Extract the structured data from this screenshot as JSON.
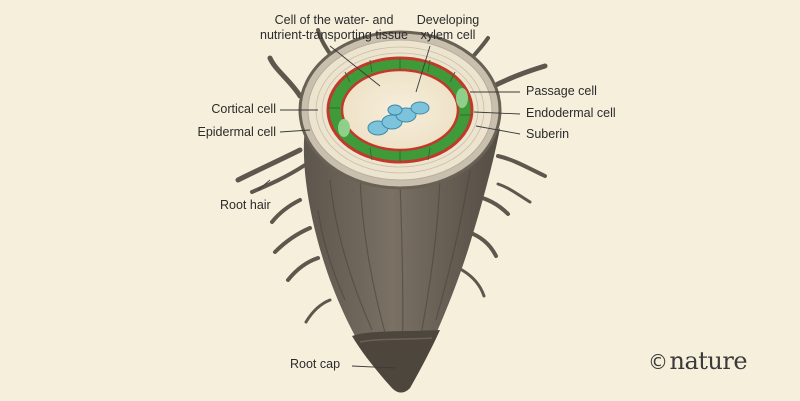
{
  "labels": {
    "vascular_tissue": [
      "Cell of the water- and",
      "nutrient-transporting tissue"
    ],
    "xylem": [
      "Developing",
      "xylem cell"
    ],
    "passage_cell": "Passage cell",
    "endodermal_cell": "Endodermal cell",
    "suberin": "Suberin",
    "cortical_cell": "Cortical cell",
    "epidermal_cell": "Epidermal cell",
    "root_hair": "Root hair",
    "root_cap": "Root cap"
  },
  "credit": {
    "symbol": "©",
    "name": "nature"
  },
  "colors": {
    "background": "#f5efdc",
    "root_body": "#6e655a",
    "root_hair": "#5e574d",
    "cortex": "#ede4cf",
    "endodermis": "#3f9a3a",
    "suberin": "#c0392b",
    "stele": "#f3e9d3",
    "xylem": "#7ec3dc",
    "leader_line": "#3a3a3a"
  }
}
